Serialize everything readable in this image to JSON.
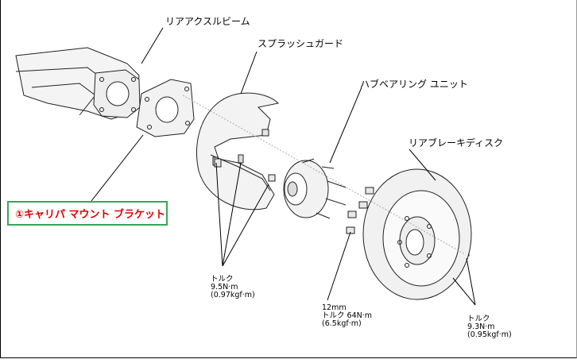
{
  "labels": {
    "rear_axle_beam": "リアアクスルビーム",
    "splash_guard": "スプラッシュガード",
    "hub_bearing_unit": "ハブベアリング ユニット",
    "rear_brake_disc": "リアブレーキディスク"
  },
  "callout": {
    "text": "①キャリパ マウント ブラケット",
    "text_color": "#e00000",
    "border_color": "#3aa55a"
  },
  "torque_specs": [
    {
      "title": "トルク",
      "value": "9.5N·m",
      "alt": "(0.97kgf·m)"
    },
    {
      "size": "12mm",
      "title": "トルク 64N·m",
      "alt": "(6.5kgf·m)"
    },
    {
      "title": "トルク",
      "value": "9.3N·m",
      "alt": "(0.95kgf·m)"
    }
  ]
}
